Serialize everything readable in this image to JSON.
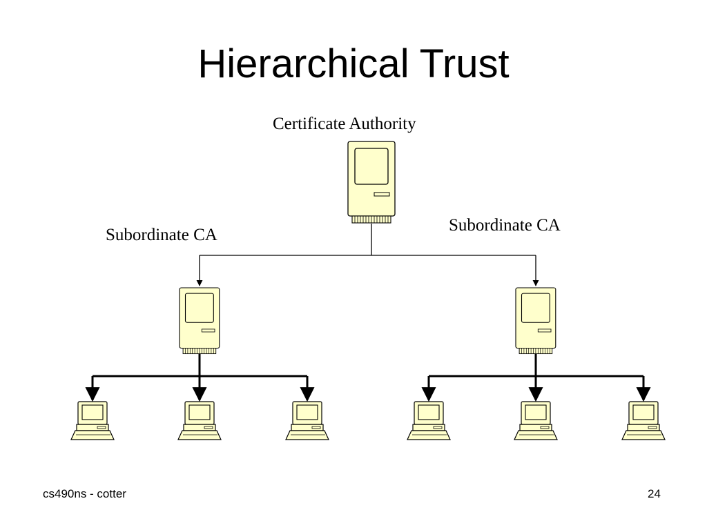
{
  "slide": {
    "title": "Hierarchical Trust",
    "footer_left": "cs490ns - cotter",
    "page_number": "24"
  },
  "diagram": {
    "root": {
      "label": "Certificate Authority",
      "icon": "server-computer-icon"
    },
    "subordinates": [
      {
        "label": "Subordinate CA",
        "icon": "server-computer-icon",
        "clients": [
          {
            "icon": "desktop-computer-icon"
          },
          {
            "icon": "desktop-computer-icon"
          },
          {
            "icon": "desktop-computer-icon"
          }
        ]
      },
      {
        "label": "Subordinate CA",
        "icon": "server-computer-icon",
        "clients": [
          {
            "icon": "desktop-computer-icon"
          },
          {
            "icon": "desktop-computer-icon"
          },
          {
            "icon": "desktop-computer-icon"
          }
        ]
      }
    ],
    "colors": {
      "device_fill": "#FFFFCC",
      "line": "#000000"
    }
  }
}
